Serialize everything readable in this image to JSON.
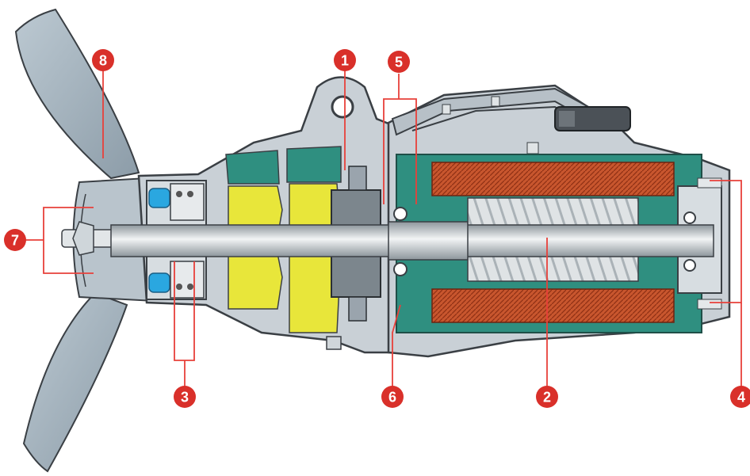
{
  "callouts": [
    {
      "id": "callout-1",
      "label": "1"
    },
    {
      "id": "callout-2",
      "label": "2"
    },
    {
      "id": "callout-3",
      "label": "3"
    },
    {
      "id": "callout-4",
      "label": "4"
    },
    {
      "id": "callout-5",
      "label": "5"
    },
    {
      "id": "callout-6",
      "label": "6"
    },
    {
      "id": "callout-7",
      "label": "7"
    },
    {
      "id": "callout-8",
      "label": "8"
    }
  ],
  "colors": {
    "callout": "#d9302a",
    "housing": "#c9d0d6",
    "housing_dark": "#9aa4ad",
    "outline": "#3a3f44",
    "oil": "#e8e63a",
    "stator_green": "#2f8f80",
    "winding": "#c8562e",
    "rotor": "#d6dadc",
    "seal_blue": "#2aa7e0",
    "blade": "#a9b8c3"
  }
}
